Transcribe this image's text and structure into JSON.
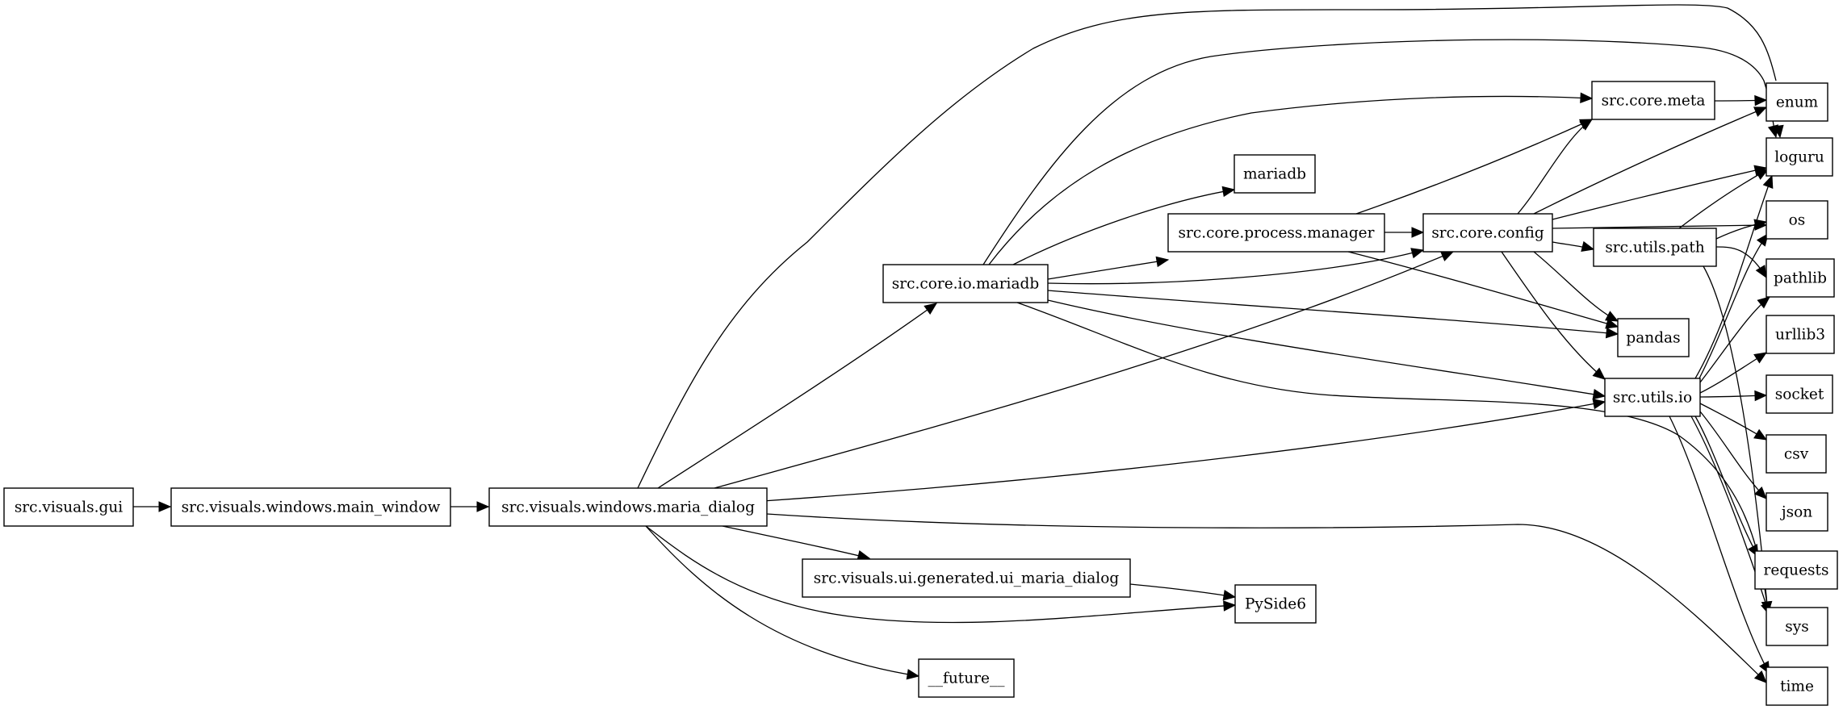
{
  "graph": {
    "nodes": [
      {
        "id": "n_gui",
        "label": "src.visuals.gui"
      },
      {
        "id": "n_main_window",
        "label": "src.visuals.windows.main_window"
      },
      {
        "id": "n_maria_dialog",
        "label": "src.visuals.windows.maria_dialog"
      },
      {
        "id": "n_ui_maria_dialog",
        "label": "src.visuals.ui.generated.ui_maria_dialog"
      },
      {
        "id": "n_io_mariadb",
        "label": "src.core.io.mariadb"
      },
      {
        "id": "n_process_manager",
        "label": "src.core.process.manager"
      },
      {
        "id": "n_config",
        "label": "src.core.config"
      },
      {
        "id": "n_meta",
        "label": "src.core.meta"
      },
      {
        "id": "n_utils_path",
        "label": "src.utils.path"
      },
      {
        "id": "n_utils_io",
        "label": "src.utils.io"
      },
      {
        "id": "n_mariadb",
        "label": "mariadb"
      },
      {
        "id": "n_pandas",
        "label": "pandas"
      },
      {
        "id": "n_pyside6",
        "label": "PySide6"
      },
      {
        "id": "n_future",
        "label": "__future__"
      },
      {
        "id": "n_enum",
        "label": "enum"
      },
      {
        "id": "n_loguru",
        "label": "loguru"
      },
      {
        "id": "n_os",
        "label": "os"
      },
      {
        "id": "n_pathlib",
        "label": "pathlib"
      },
      {
        "id": "n_urllib3",
        "label": "urllib3"
      },
      {
        "id": "n_socket",
        "label": "socket"
      },
      {
        "id": "n_csv",
        "label": "csv"
      },
      {
        "id": "n_json",
        "label": "json"
      },
      {
        "id": "n_requests",
        "label": "requests"
      },
      {
        "id": "n_sys",
        "label": "sys"
      },
      {
        "id": "n_time",
        "label": "time"
      }
    ],
    "edges": [
      {
        "from": "n_gui",
        "to": "n_main_window"
      },
      {
        "from": "n_main_window",
        "to": "n_maria_dialog"
      },
      {
        "from": "n_maria_dialog",
        "to": "n_loguru"
      },
      {
        "from": "n_maria_dialog",
        "to": "n_io_mariadb"
      },
      {
        "from": "n_maria_dialog",
        "to": "n_config"
      },
      {
        "from": "n_maria_dialog",
        "to": "n_utils_io"
      },
      {
        "from": "n_maria_dialog",
        "to": "n_time"
      },
      {
        "from": "n_maria_dialog",
        "to": "n_ui_maria_dialog"
      },
      {
        "from": "n_maria_dialog",
        "to": "n_pyside6"
      },
      {
        "from": "n_maria_dialog",
        "to": "n_future"
      },
      {
        "from": "n_ui_maria_dialog",
        "to": "n_pyside6"
      },
      {
        "from": "n_io_mariadb",
        "to": "n_loguru"
      },
      {
        "from": "n_io_mariadb",
        "to": "n_meta"
      },
      {
        "from": "n_io_mariadb",
        "to": "n_mariadb"
      },
      {
        "from": "n_io_mariadb",
        "to": "n_process_manager"
      },
      {
        "from": "n_io_mariadb",
        "to": "n_config"
      },
      {
        "from": "n_io_mariadb",
        "to": "n_pandas"
      },
      {
        "from": "n_io_mariadb",
        "to": "n_utils_io"
      },
      {
        "from": "n_io_mariadb",
        "to": "n_sys"
      },
      {
        "from": "n_process_manager",
        "to": "n_config"
      },
      {
        "from": "n_process_manager",
        "to": "n_meta"
      },
      {
        "from": "n_process_manager",
        "to": "n_pandas"
      },
      {
        "from": "n_config",
        "to": "n_meta"
      },
      {
        "from": "n_config",
        "to": "n_enum"
      },
      {
        "from": "n_config",
        "to": "n_loguru"
      },
      {
        "from": "n_config",
        "to": "n_os"
      },
      {
        "from": "n_config",
        "to": "n_utils_path"
      },
      {
        "from": "n_config",
        "to": "n_pandas"
      },
      {
        "from": "n_config",
        "to": "n_utils_io"
      },
      {
        "from": "n_meta",
        "to": "n_enum"
      },
      {
        "from": "n_utils_path",
        "to": "n_loguru"
      },
      {
        "from": "n_utils_path",
        "to": "n_os"
      },
      {
        "from": "n_utils_path",
        "to": "n_pathlib"
      },
      {
        "from": "n_utils_path",
        "to": "n_sys"
      },
      {
        "from": "n_utils_io",
        "to": "n_loguru"
      },
      {
        "from": "n_utils_io",
        "to": "n_os"
      },
      {
        "from": "n_utils_io",
        "to": "n_pathlib"
      },
      {
        "from": "n_utils_io",
        "to": "n_urllib3"
      },
      {
        "from": "n_utils_io",
        "to": "n_socket"
      },
      {
        "from": "n_utils_io",
        "to": "n_csv"
      },
      {
        "from": "n_utils_io",
        "to": "n_json"
      },
      {
        "from": "n_utils_io",
        "to": "n_requests"
      },
      {
        "from": "n_utils_io",
        "to": "n_sys"
      },
      {
        "from": "n_utils_io",
        "to": "n_time"
      }
    ]
  }
}
